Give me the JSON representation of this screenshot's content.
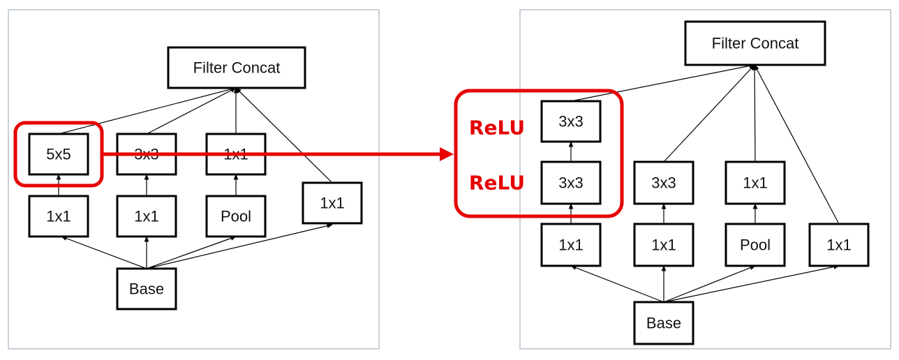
{
  "accent_color": "#e60000",
  "left": {
    "filter_concat": "Filter Concat",
    "conv5x5": "5x5",
    "conv3x3": "3x3",
    "conv1x1_top": "1x1",
    "reduce_a": "1x1",
    "reduce_b": "1x1",
    "pool": "Pool",
    "conv1x1_side": "1x1",
    "base": "Base"
  },
  "right": {
    "filter_concat": "Filter Concat",
    "stack_top": "3x3",
    "stack_mid": "3x3",
    "conv3x3": "3x3",
    "conv1x1_top": "1x1",
    "reduce_a": "1x1",
    "reduce_b": "1x1",
    "pool": "Pool",
    "conv1x1_side": "1x1",
    "base": "Base",
    "relu_top": "ReLU",
    "relu_bottom": "ReLU"
  }
}
